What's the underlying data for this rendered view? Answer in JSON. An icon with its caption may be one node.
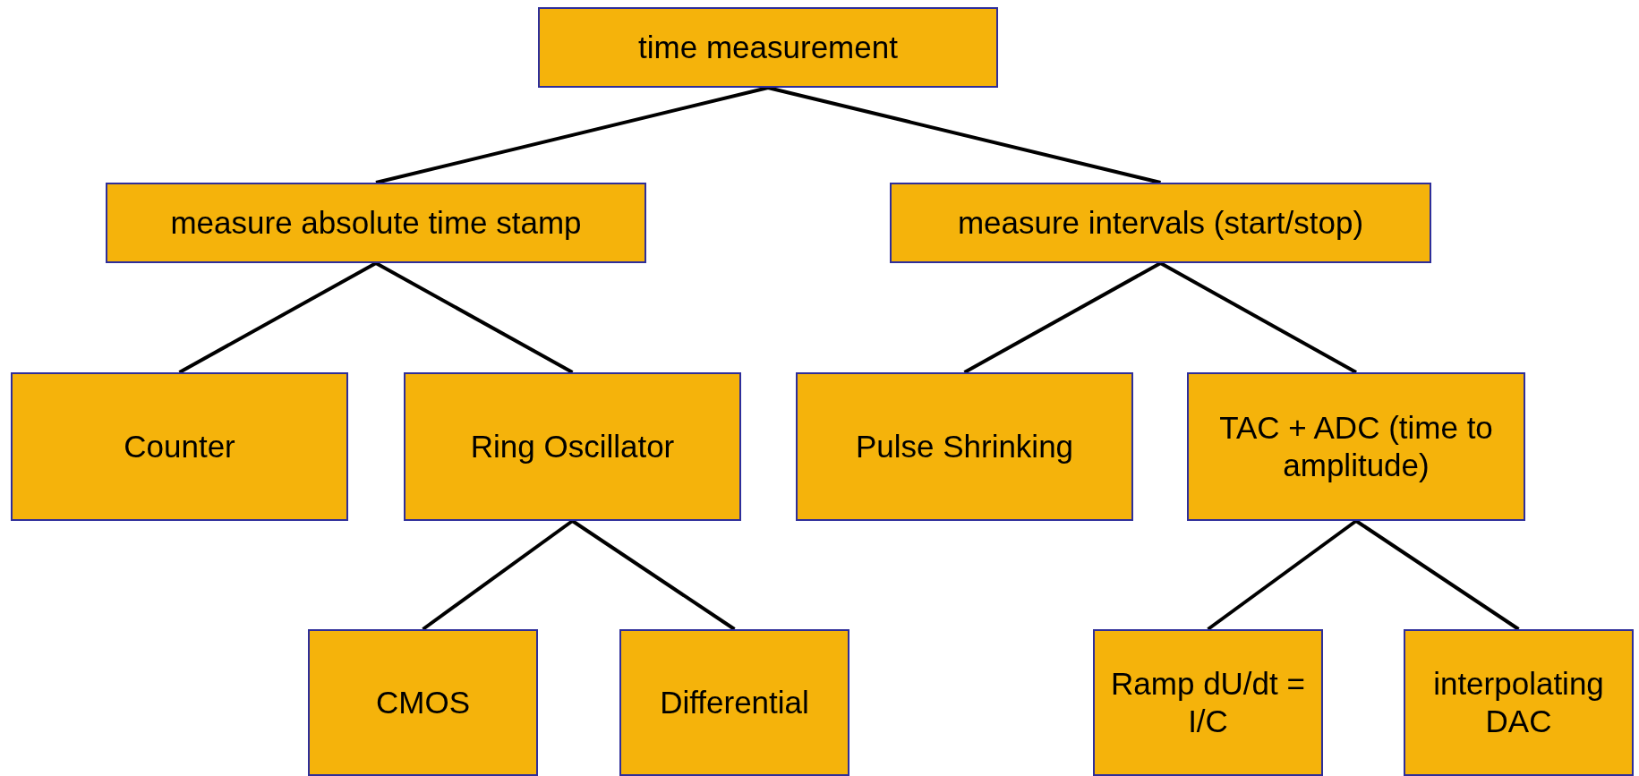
{
  "diagram": {
    "nodes": [
      {
        "text": [
          "time measurement"
        ]
      },
      {
        "text": [
          "measure absolute time stamp"
        ]
      },
      {
        "text": [
          "measure intervals (start/stop)"
        ]
      },
      {
        "text": [
          "Counter"
        ]
      },
      {
        "text": [
          "Ring Oscillator"
        ]
      },
      {
        "text": [
          "Pulse Shrinking"
        ]
      },
      {
        "text": [
          "TAC + ADC (time to amplitude)"
        ]
      },
      {
        "text": [
          "CMOS"
        ]
      },
      {
        "text": [
          "Differential"
        ]
      },
      {
        "text": [
          "Ramp dU/dt = I/C"
        ]
      },
      {
        "text": [
          "interpolating DAC"
        ]
      }
    ],
    "edges": [
      {
        "from": 0,
        "to": 1,
        "arrow": "none"
      },
      {
        "from": 0,
        "to": 2,
        "arrow": "none"
      },
      {
        "from": 1,
        "to": 3,
        "arrow": "none"
      },
      {
        "from": 1,
        "to": 4,
        "arrow": "none"
      },
      {
        "from": 2,
        "to": 5,
        "arrow": "none"
      },
      {
        "from": 2,
        "to": 6,
        "arrow": "none"
      },
      {
        "from": 4,
        "to": 7,
        "arrow": "none"
      },
      {
        "from": 4,
        "to": 8,
        "arrow": "none"
      },
      {
        "from": 6,
        "to": 9,
        "arrow": "none"
      },
      {
        "from": 6,
        "to": 10,
        "arrow": "none"
      }
    ]
  }
}
